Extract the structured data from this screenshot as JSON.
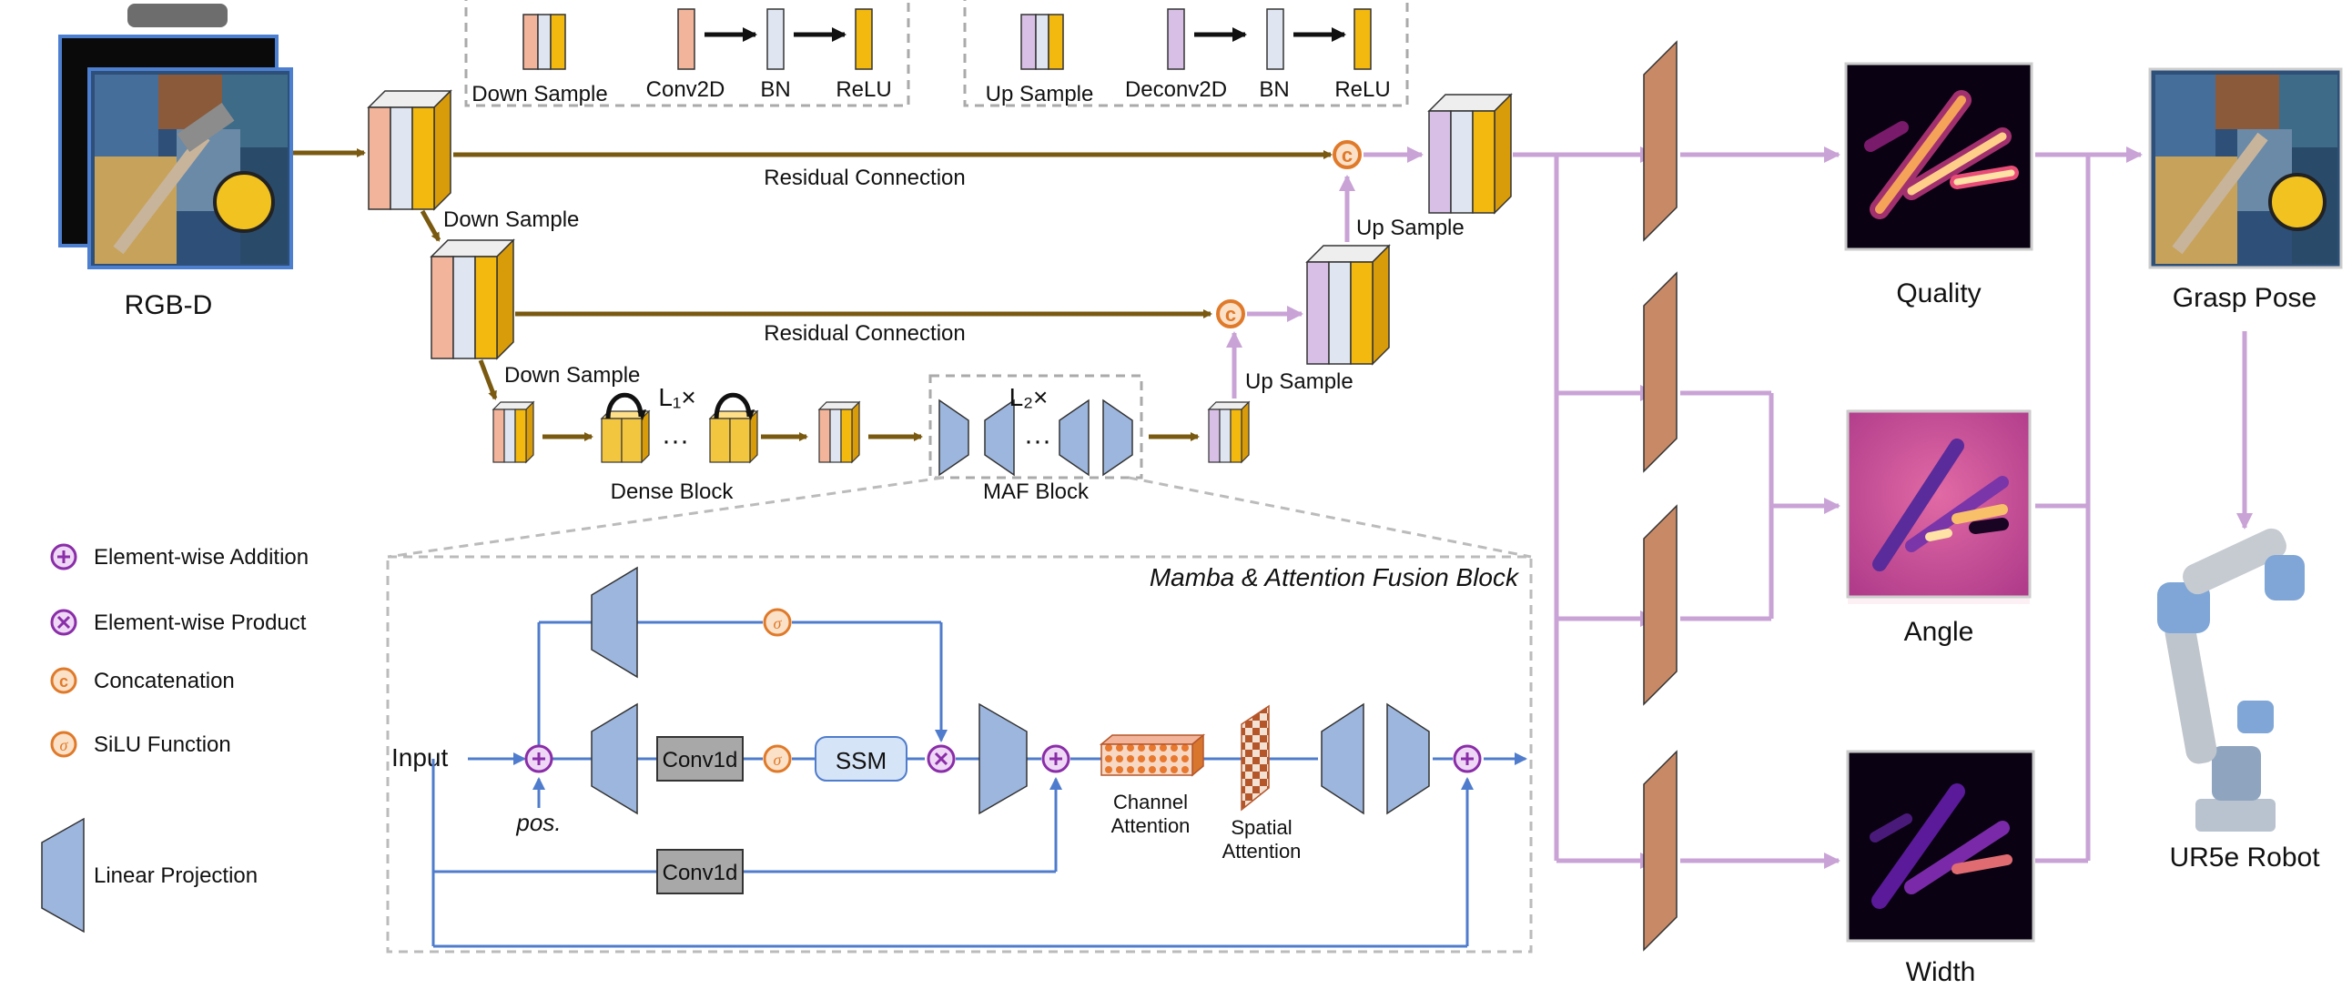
{
  "colors": {
    "conv": "#f2b49a",
    "bn": "#dfe6f2",
    "relu": "#f3b90f",
    "deconv": "#d8bfe6",
    "linear": "#9db6dd",
    "skip": "#7a5a10",
    "purple_line": "#c9a3d6",
    "blue_line": "#4f7ccc",
    "concat": "#e07a2a",
    "conv1d_fill": "#a8a8a8",
    "ssm_fill": "#d6e4f7",
    "head": "#c88a66"
  },
  "legend_top_left": {
    "down_sample": "Down Sample",
    "conv2d": "Conv2D",
    "bn": "BN",
    "relu": "ReLU"
  },
  "legend_top_right": {
    "up_sample": "Up Sample",
    "deconv2d": "Deconv2D",
    "bn": "BN",
    "relu": "ReLU"
  },
  "input": {
    "label": "RGB-D"
  },
  "encoder": {
    "residual_1": "Residual Connection",
    "residual_2": "Residual Connection",
    "down_sample_1": "Down Sample",
    "down_sample_2": "Down Sample",
    "up_sample_1": "Up Sample",
    "up_sample_2": "Up Sample",
    "concat_symbol": "c",
    "dense_block": "Dense Block",
    "dense_repeat": "L₁×",
    "maf_block": "MAF Block",
    "maf_repeat": "L₂×",
    "ellipsis": "···"
  },
  "legend_bottom": {
    "addition": "Element-wise Addition",
    "product": "Element-wise Product",
    "concat": "Concatenation",
    "silu": "SiLU Function",
    "linear": "Linear Projection"
  },
  "maf": {
    "title": "Mamba & Attention Fusion Block",
    "input": "Input",
    "pos": "pos.",
    "conv1d_a": "Conv1d",
    "conv1d_b": "Conv1d",
    "ssm": "SSM",
    "sigma": "σ",
    "channel_attention_1": "Channel",
    "channel_attention_2": "Attention",
    "spatial_attention_1": "Spatial",
    "spatial_attention_2": "Attention"
  },
  "outputs": {
    "quality": "Quality",
    "angle": "Angle",
    "width": "Width",
    "grasp_pose": "Grasp Pose",
    "robot": "UR5e Robot"
  }
}
